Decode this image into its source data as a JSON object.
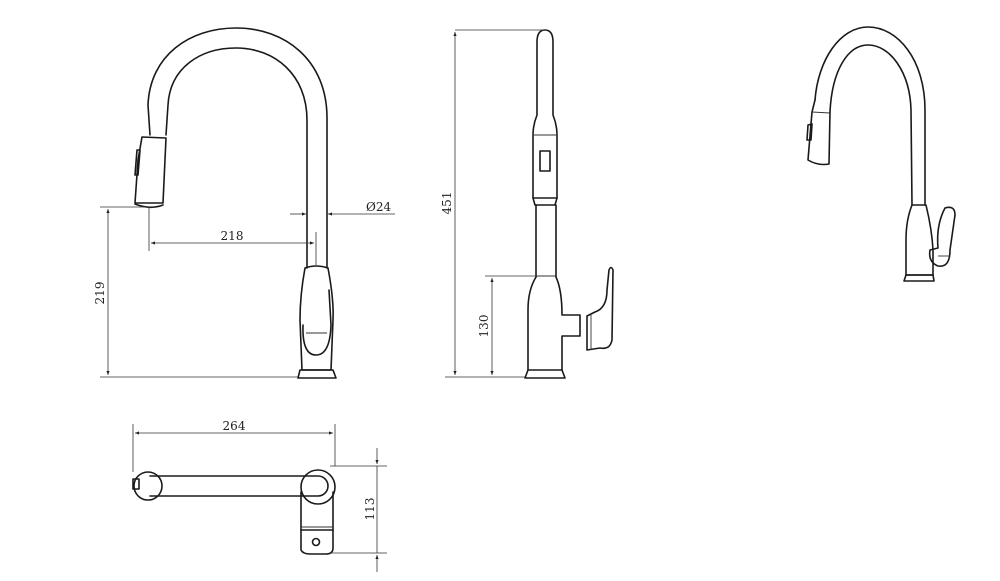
{
  "drawing": {
    "views": [
      "front-view",
      "side-view",
      "top-view",
      "perspective-view"
    ],
    "line_color": "#1a1a1a",
    "background": "#ffffff",
    "dimensions": {
      "front_height": "219",
      "spout_reach": "218",
      "spout_diameter": "Ø24",
      "total_height": "451",
      "body_height": "130",
      "top_length": "264",
      "top_depth": "113"
    }
  }
}
